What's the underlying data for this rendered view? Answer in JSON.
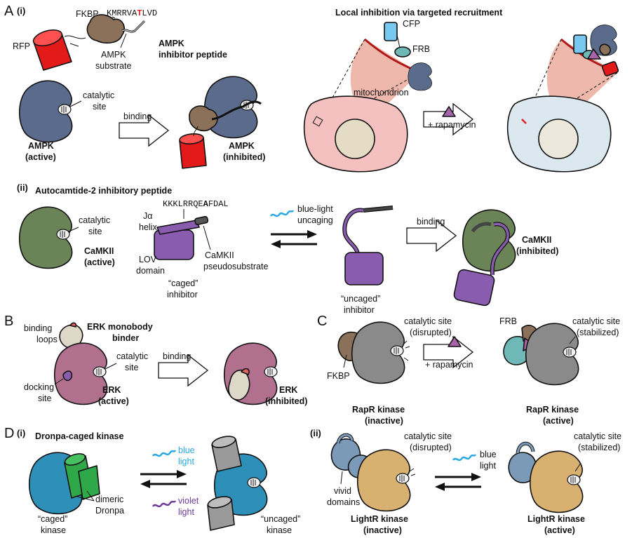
{
  "colors": {
    "ampk": "#5b6b8c",
    "camkii": "#6a8458",
    "erk": "#b0708e",
    "rapr": "#8a8a8a",
    "lightr": "#d8b070",
    "dronpa_kinase": "#2e8fb8",
    "dronpa": "#2fa84a",
    "fkbp": "#8b7159",
    "rfp": "#e21a1a",
    "lov": "#8a5cb0",
    "cfp": "#78c8f0",
    "frb": "#6fb8b8",
    "vivid": "#7b9ab8",
    "rapamycin": "#a864a8",
    "blue_light": "#29a8e0",
    "violet_light": "#6a3a9a",
    "mito": "#e8a090",
    "mito_edge": "#b01818",
    "cell_red": "#f4c0c0",
    "cell_blue": "#dce8f0",
    "highlight_red": "#e02020"
  },
  "icons": [
    "binding-arrow-icon",
    "reversible-arrows-icon",
    "light-squiggle-icon",
    "rapamycin-triangle-icon"
  ],
  "panelA": {
    "letter": "A",
    "part_i": {
      "label": "(i)",
      "fkbp": "FKBP",
      "rfp": "RFP",
      "seq_pre": "KMRRVA",
      "seq_hl": "T",
      "seq_post": "LVD",
      "substrate_l1": "AMPK",
      "substrate_l2": "substrate",
      "inhibitor_l1": "AMPK",
      "inhibitor_l2": "inhibitor peptide",
      "catalytic_l1": "catalytic",
      "catalytic_l2": "site",
      "active_l1": "AMPK",
      "active_l2": "(active)",
      "binding": "binding",
      "inhibited_l1": "AMPK",
      "inhibited_l2": "(inhibited)"
    },
    "local": {
      "title": "Local inhibition via targeted recruitment",
      "cfp": "CFP",
      "frb": "FRB",
      "mitochondrion": "mitochondrion",
      "rapamycin": "+ rapamycin"
    },
    "part_ii": {
      "label": "(ii)",
      "title": "Autocamtide-2 inhibitory peptide",
      "catalytic_l1": "catalytic",
      "catalytic_l2": "site",
      "camkii_l1": "CaMKII",
      "camkii_l2": "(active)",
      "seq_pre": "KKKLRRQE",
      "seq_hl": "A",
      "seq_post": "FDAL",
      "ja_l1": "Jα",
      "ja_l2": "helix",
      "lov_l1": "LOV",
      "lov_l2": "domain",
      "pseudo_l1": "CaMKII",
      "pseudo_l2": "pseudosubstrate",
      "caged_l1": "“caged”",
      "caged_l2": "inhibitor",
      "blue_l1": "blue-light",
      "blue_l2": "uncaging",
      "uncaged_l1": "“uncaged”",
      "uncaged_l2": "inhibitor",
      "binding": "binding",
      "inhibited_l1": "CaMKII",
      "inhibited_l2": "(inhibited)"
    }
  },
  "panelB": {
    "letter": "B",
    "loops_l1": "binding",
    "loops_l2": "loops",
    "monobody_l1": "ERK monobody",
    "monobody_l2": "binder",
    "catalytic_l1": "catalytic",
    "catalytic_l2": "site",
    "docking_l1": "docking",
    "docking_l2": "site",
    "erk_l1": "ERK",
    "erk_l2": "(active)",
    "binding": "binding",
    "inhibited_l1": "ERK",
    "inhibited_l2": "(inhibited)"
  },
  "panelC": {
    "letter": "C",
    "cat_dis_l1": "catalytic site",
    "cat_dis_l2": "(disrupted)",
    "fkbp": "FKBP",
    "rapamycin": "+ rapamycin",
    "frb": "FRB",
    "cat_stab_l1": "catalytic site",
    "cat_stab_l2": "(stabilized)",
    "inactive_l1": "RapR kinase",
    "inactive_l2": "(inactive)",
    "active_l1": "RapR kinase",
    "active_l2": "(active)"
  },
  "panelD": {
    "letter": "D",
    "part_i": {
      "label": "(i)",
      "title": "Dronpa-caged kinase",
      "dimeric_l1": "dimeric",
      "dimeric_l2": "Dronpa",
      "blue_l1": "blue",
      "blue_l2": "light",
      "violet_l1": "violet",
      "violet_l2": "light",
      "caged_l1": "“caged”",
      "caged_l2": "kinase",
      "uncaged_l1": "“uncaged”",
      "uncaged_l2": "kinase"
    },
    "part_ii": {
      "label": "(ii)",
      "cat_dis_l1": "catalytic site",
      "cat_dis_l2": "(disrupted)",
      "vivid_l1": "vivid",
      "vivid_l2": "domains",
      "blue_l1": "blue",
      "blue_l2": "light",
      "cat_stab_l1": "catalytic site",
      "cat_stab_l2": "(stabilized)",
      "inactive_l1": "LightR kinase",
      "inactive_l2": "(inactive)",
      "active_l1": "LightR kinase",
      "active_l2": "(active)"
    }
  }
}
